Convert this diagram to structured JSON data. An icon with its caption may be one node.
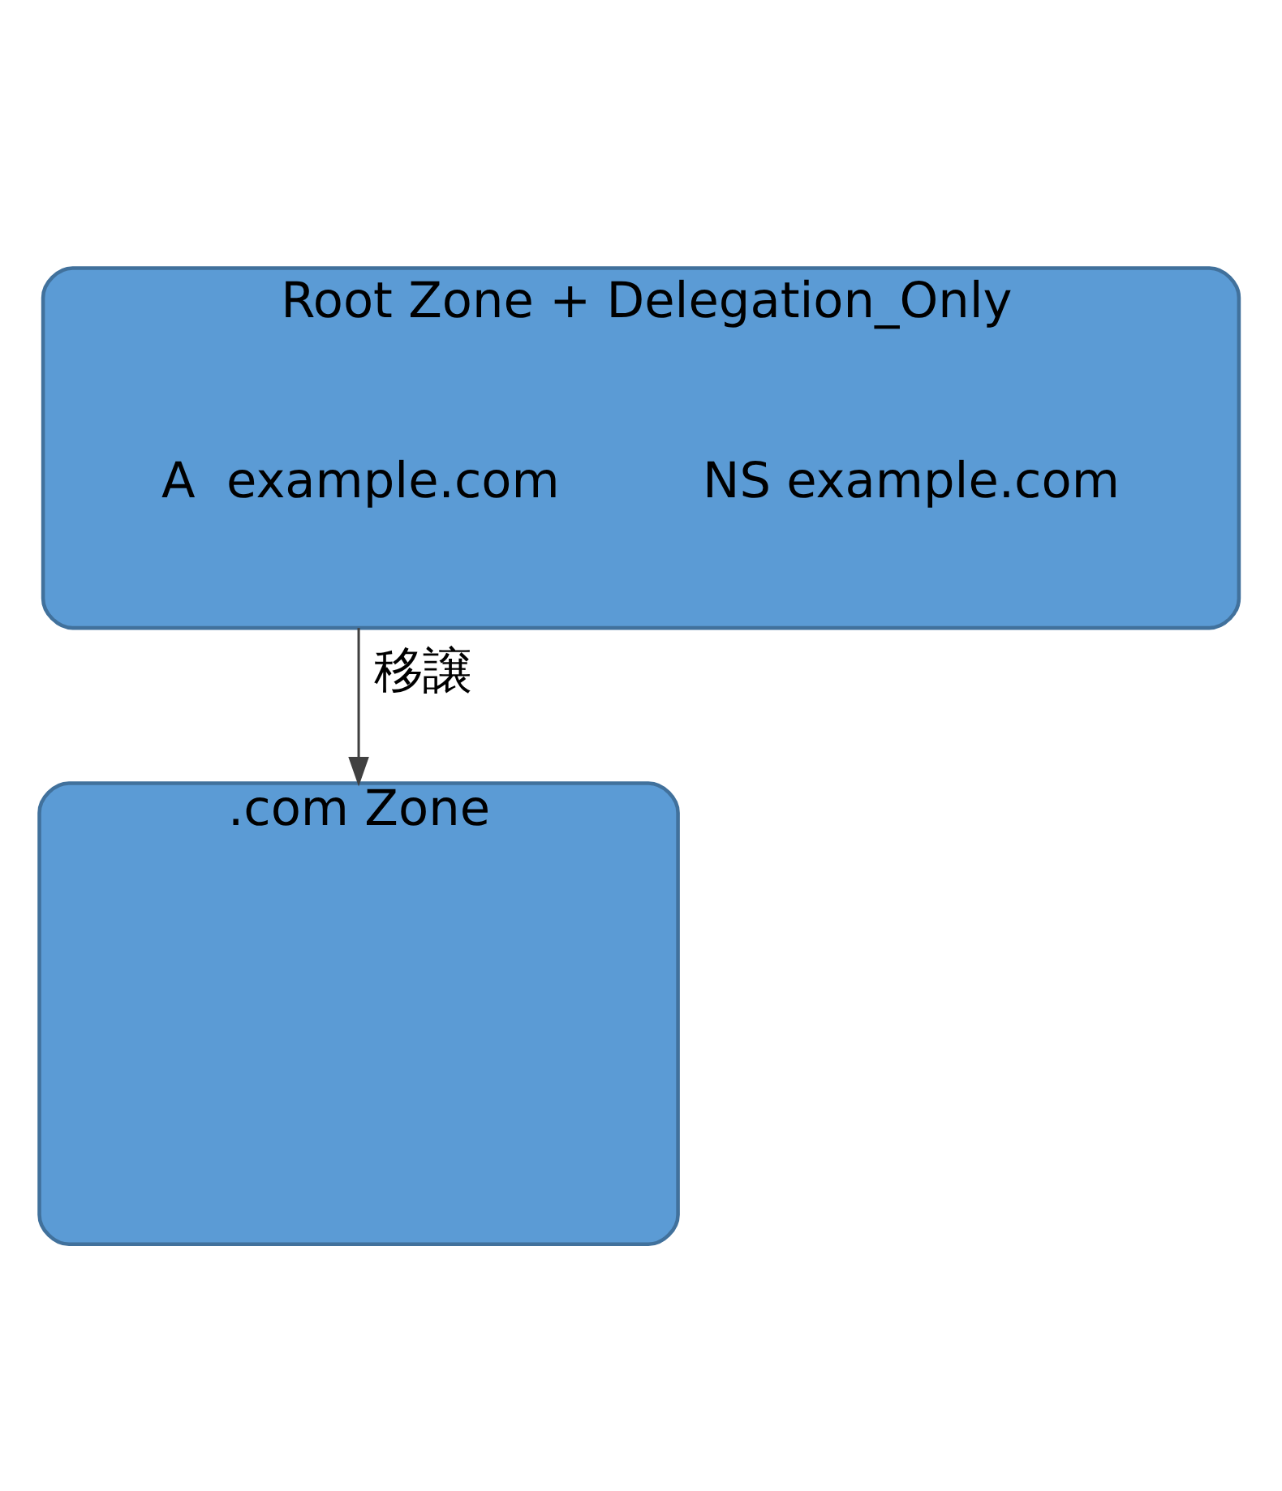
{
  "diagram": {
    "nodes": [
      {
        "text": [
          "Root Zone + Delegation_Only"
        ]
      },
      {
        "text": [
          "NS example.com"
        ],
        "in": 0
      },
      {
        "text": [
          "A  example.com"
        ],
        "in": 0
      },
      {
        "text": [
          ".com Zone"
        ]
      }
    ],
    "edges": [
      {
        "from": 0,
        "to": 3,
        "arrow": "to",
        "label": "移譲"
      }
    ]
  }
}
